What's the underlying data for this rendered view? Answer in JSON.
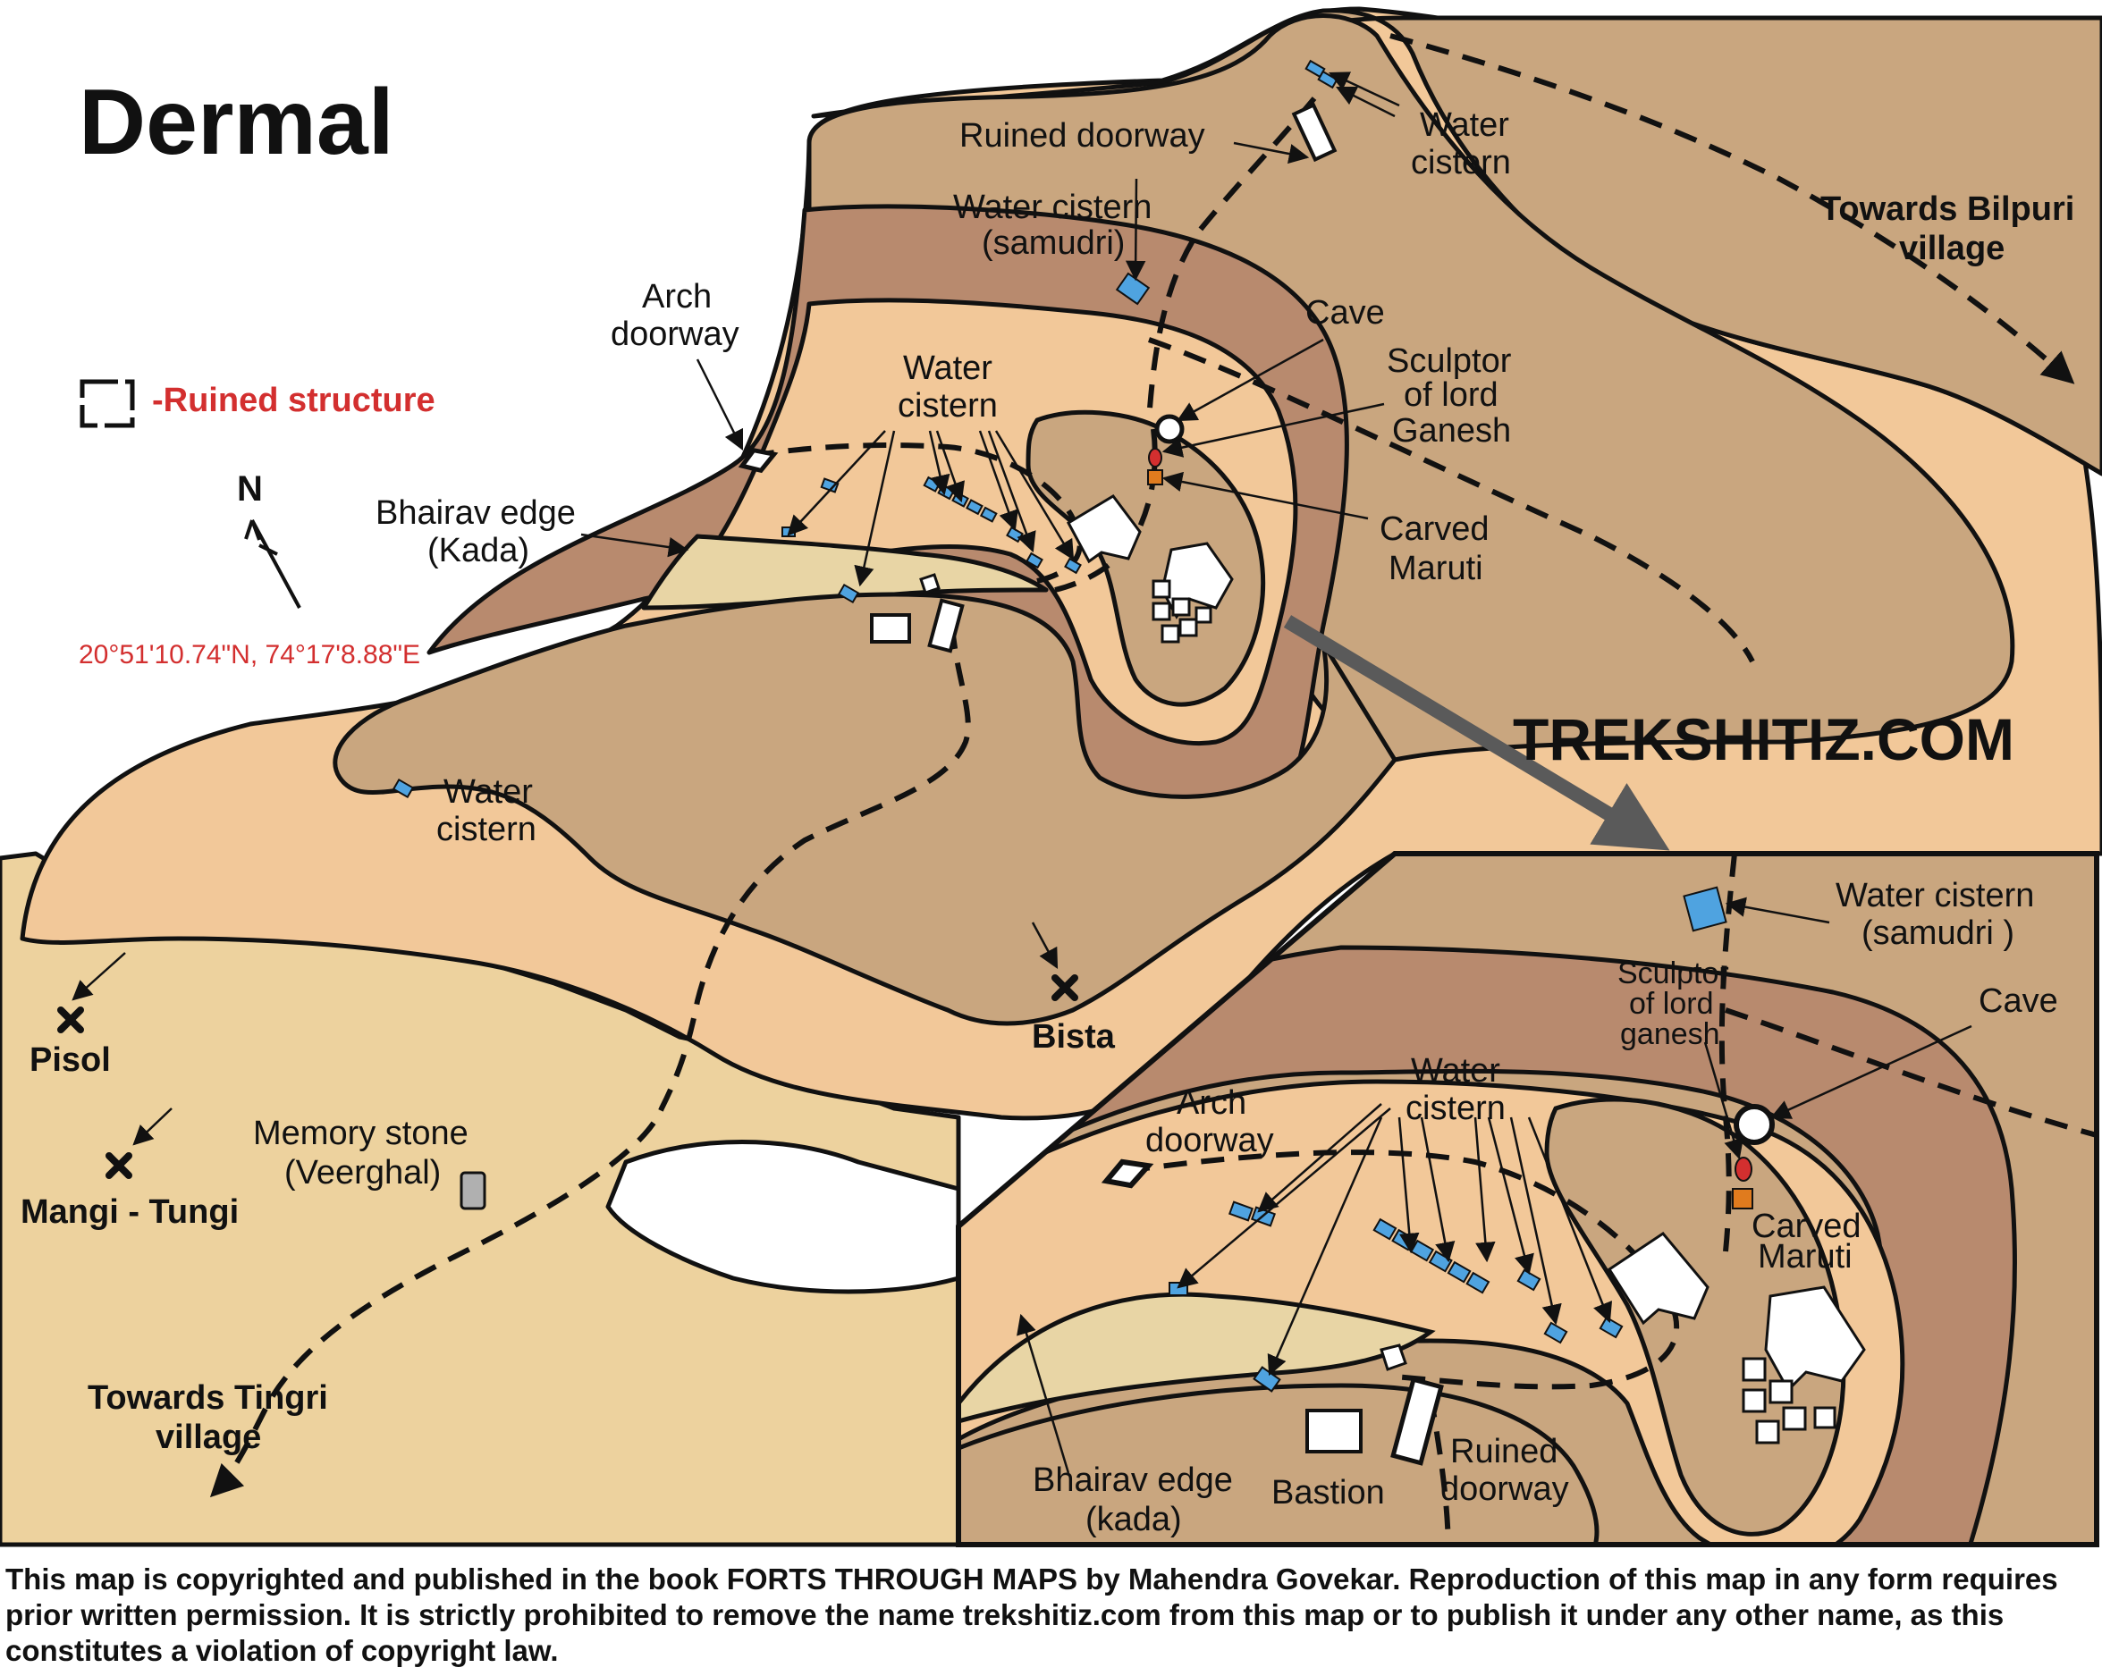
{
  "title": "Dermal",
  "brand": "TREKSHITIZ.COM",
  "legend": {
    "ruined_structure": "-Ruined structure"
  },
  "north_label": "N",
  "coordinates": "20°51'10.74\"N, 74°17'8.88\"E",
  "colors": {
    "terrain_light": "#F2C899",
    "terrain_mid": "#C9A67F",
    "terrain_dark": "#B88A6E",
    "plain": "#EDD29E",
    "ledge": "#E8D5A5",
    "water_cistern": "#4FA3E0",
    "legend_text": "#D32F2F",
    "arrow": "#5A5A5A"
  },
  "labels": {
    "ruined_doorway_top": "Ruined doorway",
    "water_cistern_top_1": "Water",
    "water_cistern_top_2": "cistern",
    "water_cistern_samudri_1": "Water cistern",
    "water_cistern_samudri_2": "(samudri)",
    "towards_bilpuri_1": "Towards Bilpuri",
    "towards_bilpuri_2": "village",
    "arch_doorway_1": "Arch",
    "arch_doorway_2": "doorway",
    "cave": "Cave",
    "sculptor_1": "Sculptor",
    "sculptor_2": "of lord",
    "sculptor_3": "Ganesh",
    "water_cistern_mid_1": "Water",
    "water_cistern_mid_2": "cistern",
    "bhairav_edge_1": "Bhairav edge",
    "bhairav_edge_2": "(Kada)",
    "carved_maruti_1": "Carved",
    "carved_maruti_2": "Maruti",
    "water_cistern_lower_1": "Water",
    "water_cistern_lower_2": "cistern",
    "pisol": "Pisol",
    "bista": "Bista",
    "memory_stone_1": "Memory stone",
    "memory_stone_2": "(Veerghal)",
    "mangi_tungi": "Mangi - Tungi",
    "towards_tingri_1": "Towards Tingri",
    "towards_tingri_2": "village"
  },
  "inset": {
    "water_cistern_samudri_1": "Water cistern",
    "water_cistern_samudri_2": "(samudri )",
    "sculptor_1": "Sculptor",
    "sculptor_2": "of lord",
    "sculptor_3": "ganesh",
    "cave": "Cave",
    "water_cistern_1": "Water",
    "water_cistern_2": "cistern",
    "arch_doorway_1": "Arch",
    "arch_doorway_2": "doorway",
    "carved_maruti_1": "Carved",
    "carved_maruti_2": "Maruti",
    "bhairav_edge_1": "Bhairav edge",
    "bhairav_edge_2": "(kada)",
    "bastion": "Bastion",
    "ruined_doorway_1": "Ruined",
    "ruined_doorway_2": "doorway"
  },
  "copyright": "This map is copyrighted and published in the book FORTS THROUGH MAPS by Mahendra Govekar. Reproduction of this map in any form requires prior written permission. It is strictly prohibited to remove the name trekshitiz.com from this map or to publish it under any other name, as this constitutes a violation of copyright law."
}
